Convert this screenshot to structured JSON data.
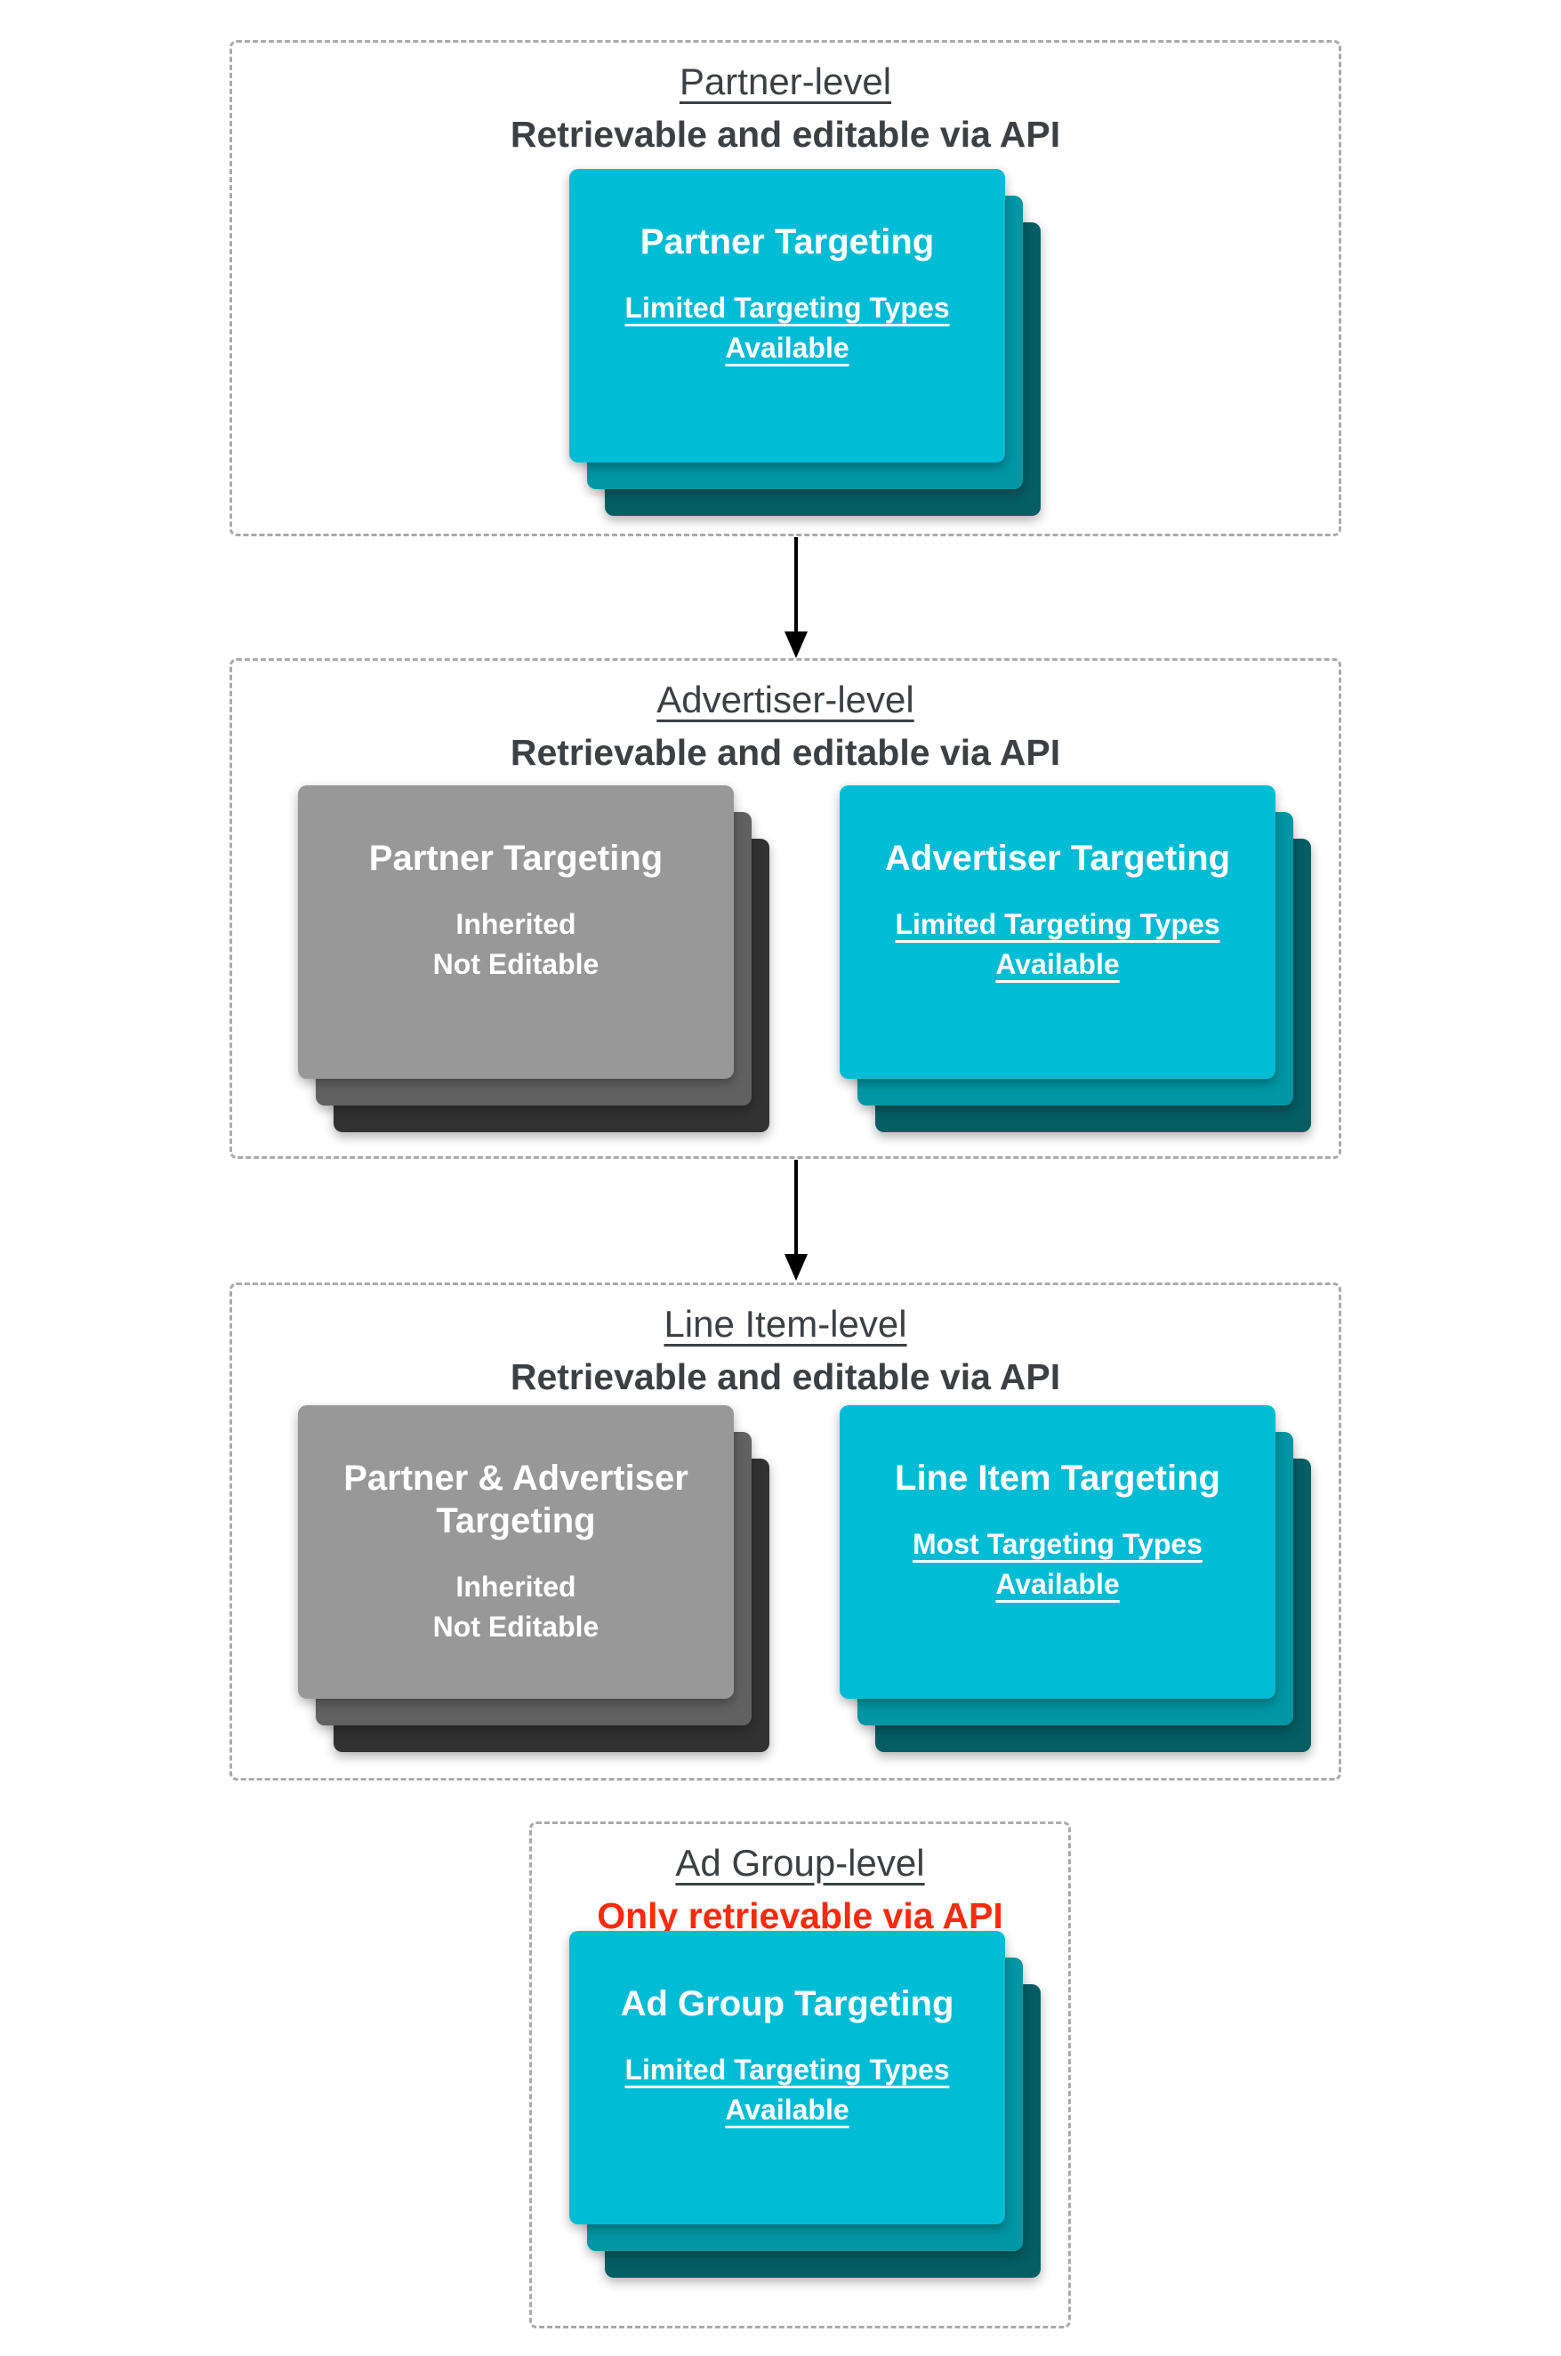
{
  "diagram": {
    "kind": "targeting-hierarchy-flow",
    "colors": {
      "teal_front": "#00BCD4",
      "teal_mid": "#0096A4",
      "teal_back": "#045E64",
      "gray_front": "#989898",
      "gray_mid": "#616161",
      "gray_back": "#323232",
      "heading_text": "#3D4043",
      "alert_red": "#FA2B0D",
      "dashed_border": "#ABABAB",
      "arrow": "#000000",
      "card_text": "#FFFFFF"
    },
    "icons": {
      "flow_arrow": "solid black down-arrow connector between levels"
    }
  },
  "sections": [
    {
      "title": "Partner-level",
      "subtitle": "Retrievable and editable via API",
      "cards": [
        {
          "variant": "teal",
          "title": "Partner Targeting",
          "lines": [
            "Limited Targeting Types",
            "Available"
          ],
          "underlined": true
        }
      ]
    },
    {
      "title": "Advertiser-level",
      "subtitle": "Retrievable and editable via API",
      "cards": [
        {
          "variant": "gray",
          "title": "Partner Targeting",
          "lines": [
            "Inherited",
            "Not Editable"
          ],
          "underlined": false
        },
        {
          "variant": "teal",
          "title": "Advertiser Targeting",
          "lines": [
            "Limited Targeting Types",
            "Available"
          ],
          "underlined": true
        }
      ]
    },
    {
      "title": "Line Item-level",
      "subtitle": "Retrievable and editable via API",
      "cards": [
        {
          "variant": "gray",
          "title": "Partner & Advertiser Targeting",
          "lines": [
            "Inherited",
            "Not Editable"
          ],
          "underlined": false
        },
        {
          "variant": "teal",
          "title": "Line Item Targeting",
          "lines": [
            "Most Targeting Types",
            "Available"
          ],
          "underlined": true
        }
      ]
    },
    {
      "title": "Ad Group-level",
      "subtitle": "Only retrievable via API",
      "cards": [
        {
          "variant": "teal",
          "title": "Ad Group Targeting",
          "lines": [
            "Limited Targeting Types",
            "Available"
          ],
          "underlined": true
        }
      ]
    }
  ]
}
